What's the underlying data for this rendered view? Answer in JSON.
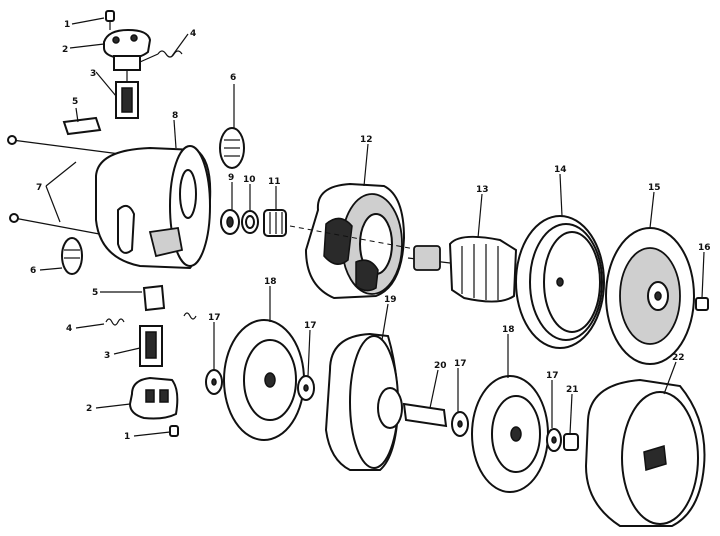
{
  "labels": {
    "p1_top": "1",
    "p2_top": "2",
    "p3_top": "3",
    "p4_top": "4",
    "p5_top": "5",
    "p6_top": "6",
    "p7": "7",
    "p8": "8",
    "p9": "9",
    "p10": "10",
    "p11": "11",
    "p12": "12",
    "p13": "13",
    "p14": "14",
    "p15": "15",
    "p16": "16",
    "p6_bot": "6",
    "p5_bot": "5",
    "p4_bot": "4",
    "p3_bot": "3",
    "p2_bot": "2",
    "p1_bot": "1",
    "p18_left": "18",
    "p17_a": "17",
    "p17_b": "17",
    "p19": "19",
    "p20": "20",
    "p17_c": "17",
    "p18_right": "18",
    "p17_d": "17",
    "p21": "21",
    "p22": "22"
  }
}
